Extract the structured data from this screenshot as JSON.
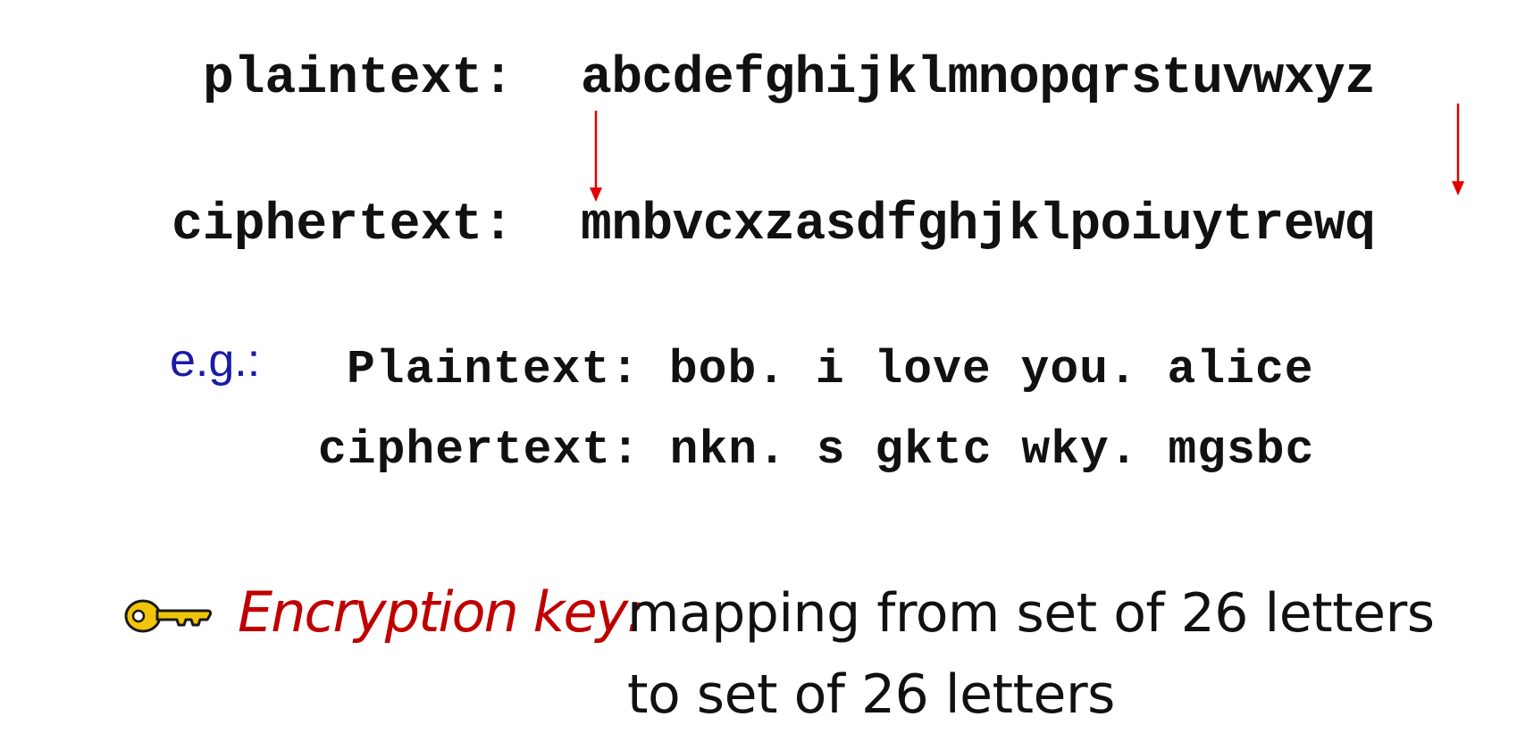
{
  "mapping": {
    "plaintext_label": "plaintext:",
    "plaintext_alphabet": "abcdefghijklmnopqrstuvwxyz",
    "ciphertext_label": "ciphertext:",
    "ciphertext_alphabet": "mnbvcxzasdfghjklpoiuytrewq"
  },
  "example": {
    "label": "e.g.:",
    "plaintext_line": "Plaintext: bob. i love you. alice",
    "ciphertext_line": "ciphertext: nkn. s gktc wky. mgsbc"
  },
  "key": {
    "icon": "key-icon",
    "label": "Encryption key:",
    "line1": "mapping from set of 26 letters",
    "line2": "to set of 26 letters"
  },
  "colors": {
    "arrow": "#e00000",
    "eg_label": "#1a1aa6",
    "key_label": "#c00000",
    "key_icon_fill": "#f2c40a"
  }
}
